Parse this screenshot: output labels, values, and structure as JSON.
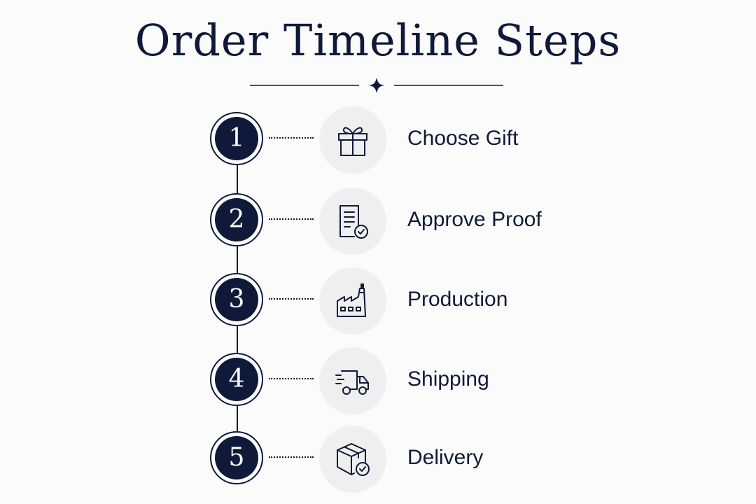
{
  "title": "Order Timeline Steps",
  "steps": [
    {
      "number": "1",
      "label": "Choose Gift",
      "icon": "gift-icon"
    },
    {
      "number": "2",
      "label": "Approve Proof",
      "icon": "document-check-icon"
    },
    {
      "number": "3",
      "label": "Production",
      "icon": "factory-icon"
    },
    {
      "number": "4",
      "label": "Shipping",
      "icon": "truck-icon"
    },
    {
      "number": "5",
      "label": "Delivery",
      "icon": "package-check-icon"
    }
  ],
  "colors": {
    "primary": "#0f1a3a",
    "icon_bg": "#efefef",
    "page_bg": "#fbfbfb"
  }
}
